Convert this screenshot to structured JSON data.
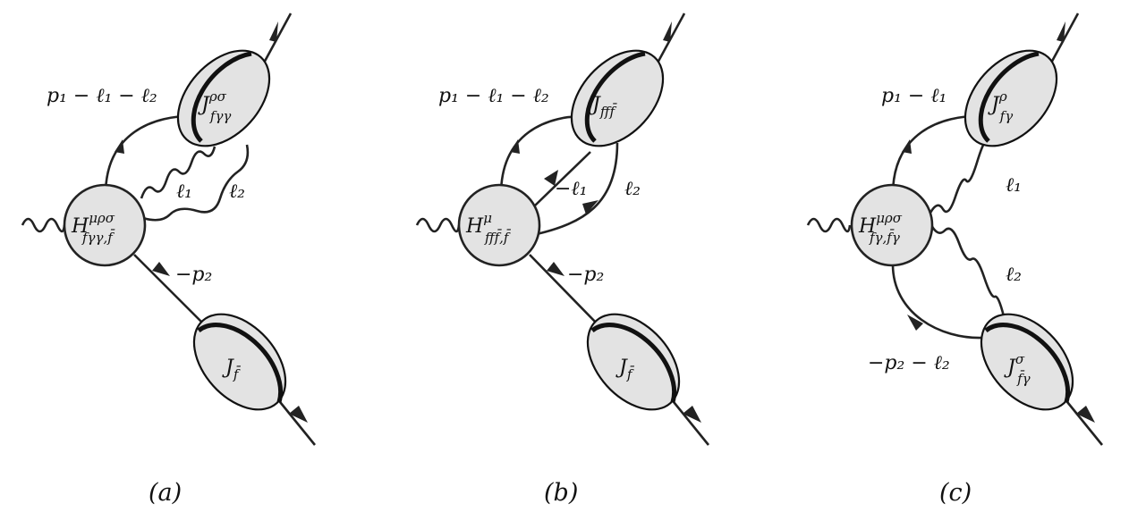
{
  "diagrams": [
    {
      "caption": "(a)",
      "hard": {
        "base": "H",
        "sup": "μρσ",
        "sub": "fγγ,f̄"
      },
      "jet_top": {
        "base": "J",
        "sup": "ρσ",
        "sub": "fγγ"
      },
      "jet_bottom": {
        "base": "J",
        "sup": "",
        "sub": "f̄"
      },
      "labels": {
        "top_momentum": "p₁ − ℓ₁ − ℓ₂",
        "inner1": "ℓ₁",
        "inner2": "ℓ₂",
        "bottom_momentum": "−p₂"
      }
    },
    {
      "caption": "(b)",
      "hard": {
        "base": "H",
        "sup": "μ",
        "sub": "fff̄,f̄"
      },
      "jet_top": {
        "base": "J",
        "sup": "",
        "sub": "fff̄"
      },
      "jet_bottom": {
        "base": "J",
        "sup": "",
        "sub": "f̄"
      },
      "labels": {
        "top_momentum": "p₁ − ℓ₁ − ℓ₂",
        "inner1": "−ℓ₁",
        "inner2": "ℓ₂",
        "bottom_momentum": "−p₂"
      }
    },
    {
      "caption": "(c)",
      "hard": {
        "base": "H",
        "sup": "μρσ",
        "sub": "fγ,f̄γ"
      },
      "jet_top": {
        "base": "J",
        "sup": "ρ",
        "sub": "fγ"
      },
      "jet_bottom": {
        "base": "J",
        "sup": "σ",
        "sub": "f̄γ"
      },
      "labels": {
        "top_momentum": "p₁ − ℓ₁",
        "inner1": "ℓ₁",
        "inner2": "ℓ₂",
        "bottom_momentum": "−p₂ − ℓ₂"
      }
    }
  ]
}
